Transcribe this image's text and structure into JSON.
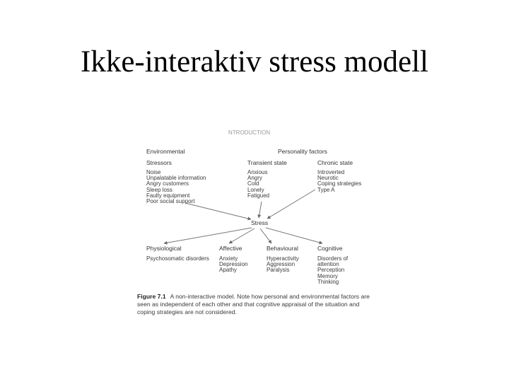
{
  "slide": {
    "title": "Ikke-interaktiv stress modell"
  },
  "figure": {
    "running_header": "NTRODUCTION",
    "environmental": {
      "label": "Environmental",
      "stressors_title": "Stressors",
      "stressors": [
        "Noise",
        "Unpalatable information",
        "Angry customers",
        "Sleep loss",
        "Faulty equipment",
        "Poor social support"
      ]
    },
    "personality": {
      "label": "Personality factors",
      "transient_title": "Transient state",
      "transient": [
        "Anxious",
        "Angry",
        "Cold",
        "Lonely",
        "Fatigued"
      ],
      "chronic_title": "Chronic state",
      "chronic": [
        "Introverted",
        "Neurotic",
        "Coping strategies",
        "Type A"
      ]
    },
    "center": "Stress",
    "outcomes": [
      {
        "title": "Physiological",
        "items": [
          "Psychosomatic disorders"
        ]
      },
      {
        "title": "Affective",
        "items": [
          "Anxiety",
          "Depression",
          "Apathy"
        ]
      },
      {
        "title": "Behavioural",
        "items": [
          "Hyperactivity",
          "Aggression",
          "Paralysis"
        ]
      },
      {
        "title": "Cognitive",
        "items": [
          "Disorders of",
          "attention",
          "Perception",
          "Memory",
          "Thinking"
        ]
      }
    ],
    "caption": {
      "label": "Figure 7.1",
      "text": "A non-interactive model. Note how personal and environmental factors are seen as independent of each other and that cognitive appraisal of the situation and coping strategies are not considered."
    }
  }
}
